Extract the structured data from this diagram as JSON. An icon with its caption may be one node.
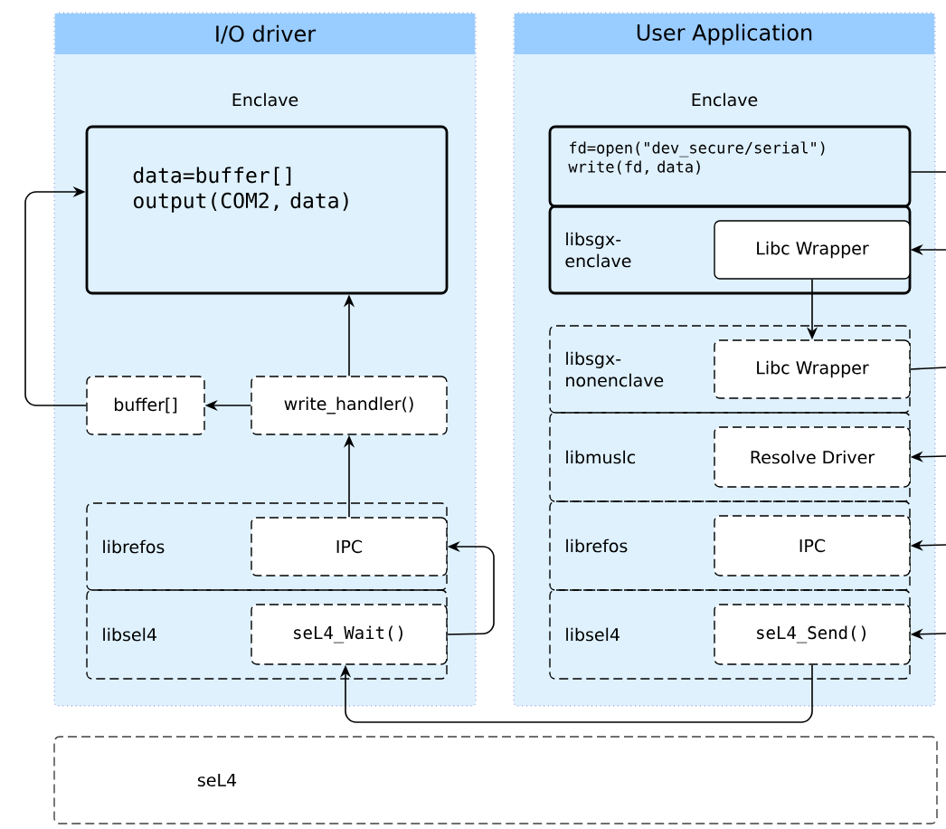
{
  "diagram": {
    "nodes": [
      {
        "text": [
          "I/O driver",
          "Enclave"
        ]
      },
      {
        "text": [
          "data=buffer[] output(COM2, data)"
        ],
        "in": 0
      },
      {
        "text": [
          "buffer[]"
        ],
        "in": 0
      },
      {
        "text": [
          "write_handler()"
        ],
        "in": 0
      },
      {
        "text": [
          "librefos"
        ],
        "in": 0
      },
      {
        "text": [
          "IPC"
        ],
        "in": 4
      },
      {
        "text": [
          "libsel4"
        ],
        "in": 0
      },
      {
        "text": [
          "seL4_Wait()"
        ],
        "in": 6
      },
      {
        "text": [
          "User Application",
          "Enclave"
        ]
      },
      {
        "text": [
          "fd=open(\"dev_secure/serial\") write(fd, data)"
        ],
        "in": 8
      },
      {
        "text": [
          "libsgx-enclave"
        ],
        "in": 8
      },
      {
        "text": [
          "Libc Wrapper"
        ],
        "in": 10
      },
      {
        "text": [
          "libsgx-nonenclave"
        ],
        "in": 8
      },
      {
        "text": [
          "Libc Wrapper"
        ],
        "in": 12
      },
      {
        "text": [
          "libmuslc"
        ],
        "in": 8
      },
      {
        "text": [
          "Resolve Driver"
        ],
        "in": 14
      },
      {
        "text": [
          "librefos"
        ],
        "in": 8
      },
      {
        "text": [
          "IPC"
        ],
        "in": 16
      },
      {
        "text": [
          "libsel4"
        ],
        "in": 8
      },
      {
        "text": [
          "seL4_Send()"
        ],
        "in": 18
      },
      {
        "text": [
          "seL4"
        ]
      }
    ],
    "edges": [
      {
        "from": 3,
        "to": 1,
        "arrow": "to"
      },
      {
        "from": 3,
        "to": 2,
        "arrow": "to"
      },
      {
        "from": 2,
        "to": 1,
        "arrow": "to"
      },
      {
        "from": 5,
        "to": 3,
        "arrow": "to"
      },
      {
        "from": 7,
        "to": 5,
        "arrow": "to"
      },
      {
        "from": 19,
        "to": 7,
        "arrow": "to"
      },
      {
        "from": 11,
        "to": 13,
        "arrow": "to"
      },
      {
        "from": 9,
        "to": null,
        "arrow": "none"
      },
      {
        "from": null,
        "to": 11,
        "arrow": "to"
      },
      {
        "from": 13,
        "to": null,
        "arrow": "none"
      },
      {
        "from": null,
        "to": 15,
        "arrow": "to"
      },
      {
        "from": null,
        "to": 17,
        "arrow": "to"
      },
      {
        "from": null,
        "to": 19,
        "arrow": "to"
      }
    ]
  }
}
